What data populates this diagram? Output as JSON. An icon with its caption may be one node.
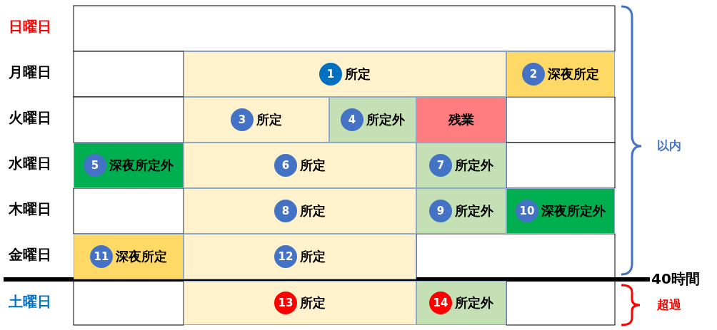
{
  "diagram": {
    "nodes": [
      {
        "text": [
          "1",
          "所定"
        ]
      },
      {
        "text": [
          "2",
          "深夜所定"
        ]
      },
      {
        "text": [
          "3",
          "所定"
        ]
      },
      {
        "text": [
          "4",
          "所定外"
        ]
      },
      {
        "text": [
          "残業"
        ]
      },
      {
        "text": [
          "5",
          "深夜所定外"
        ]
      },
      {
        "text": [
          "6",
          "所定"
        ]
      },
      {
        "text": [
          "7",
          "所定外"
        ]
      },
      {
        "text": [
          "8",
          "所定"
        ]
      },
      {
        "text": [
          "9",
          "所定外"
        ]
      },
      {
        "text": [
          "10",
          "深夜所定外"
        ]
      },
      {
        "text": [
          "11",
          "深夜所定"
        ]
      },
      {
        "text": [
          "12",
          "所定"
        ]
      },
      {
        "text": [
          "13",
          "所定"
        ]
      },
      {
        "text": [
          "14",
          "所定外"
        ]
      }
    ],
    "labels": [
      "日曜日",
      "月曜日",
      "火曜日",
      "水曜日",
      "木曜日",
      "金曜日",
      "40時間",
      "土曜日",
      "以内",
      "超過"
    ]
  }
}
